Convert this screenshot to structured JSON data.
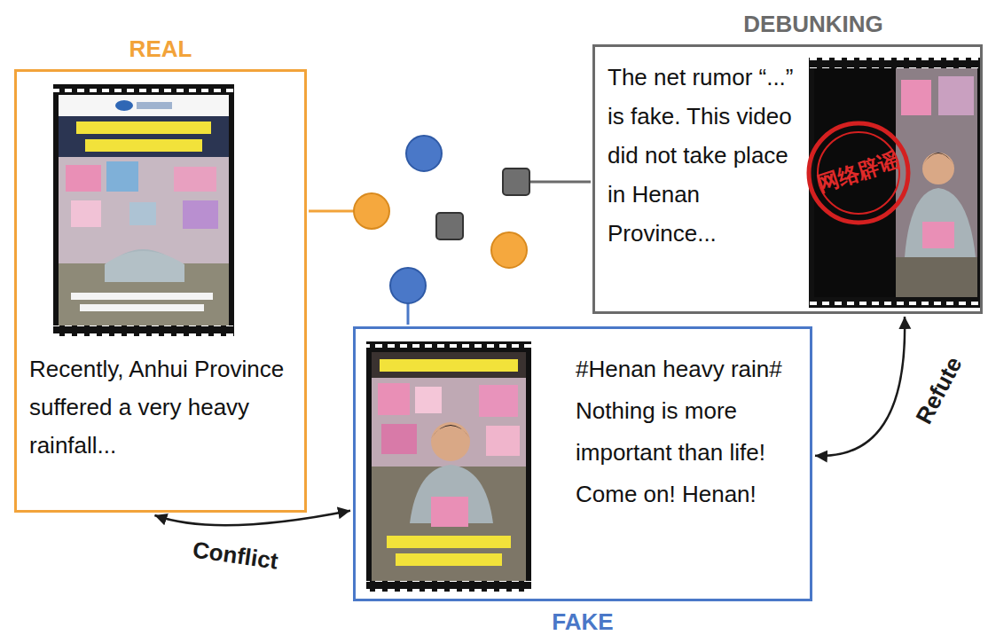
{
  "diagram": {
    "nodes": [
      {
        "text": [
          "REAL",
          "Recently, Anhui Province suffered a very heavy rainfall..."
        ]
      },
      {
        "text": [
          "FAKE",
          "#Henan heavy rain# Nothing is more important than life! Come on! Henan!"
        ]
      },
      {
        "text": [
          "DEBUNKING",
          "The net rumor “...” is fake. This video did not take place in Henan Province..."
        ]
      }
    ],
    "edges": [
      {
        "from": 0,
        "to": 1,
        "label": "Conflict",
        "arrow": "both"
      },
      {
        "from": 1,
        "to": 2,
        "label": "Refute",
        "arrow": "both"
      }
    ],
    "labels": [
      "网络辟谣"
    ]
  }
}
